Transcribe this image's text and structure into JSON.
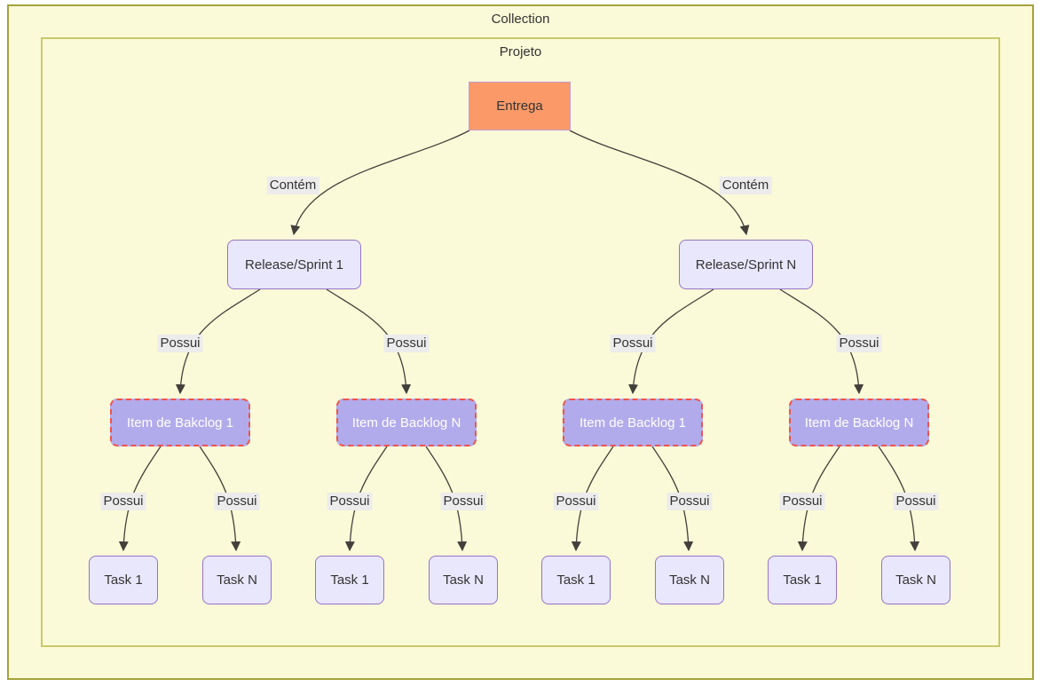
{
  "diagram": {
    "containers": {
      "collection": "Collection",
      "projeto": "Projeto"
    },
    "root": {
      "label": "Entrega"
    },
    "edge_labels": {
      "contem": "Contém",
      "possui": "Possui"
    },
    "releases": [
      {
        "label": "Release/Sprint 1"
      },
      {
        "label": "Release/Sprint N"
      }
    ],
    "backlog_items": [
      {
        "label": "Item de Bakclog 1"
      },
      {
        "label": "Item de Backlog N"
      },
      {
        "label": "Item de Backlog 1"
      },
      {
        "label": "Item de Backlog N"
      }
    ],
    "tasks": [
      {
        "label": "Task 1"
      },
      {
        "label": "Task N"
      },
      {
        "label": "Task 1"
      },
      {
        "label": "Task N"
      },
      {
        "label": "Task 1"
      },
      {
        "label": "Task N"
      },
      {
        "label": "Task 1"
      },
      {
        "label": "Task N"
      }
    ],
    "colors": {
      "container_fill": "#fafad8",
      "collection_border": "#a3a33c",
      "projeto_border": "#c9c96a",
      "entrega_fill": "#fb9a68",
      "entrega_border": "#c49bd0",
      "node_fill": "#e9e7fc",
      "node_border": "#9673c6",
      "backlog_fill": "#b2abeb",
      "backlog_border": "#f0524c",
      "backlog_text": "#ffffff",
      "edge_color": "#433f3b",
      "edge_label_bg": "#ececec",
      "text": "#333333"
    }
  }
}
